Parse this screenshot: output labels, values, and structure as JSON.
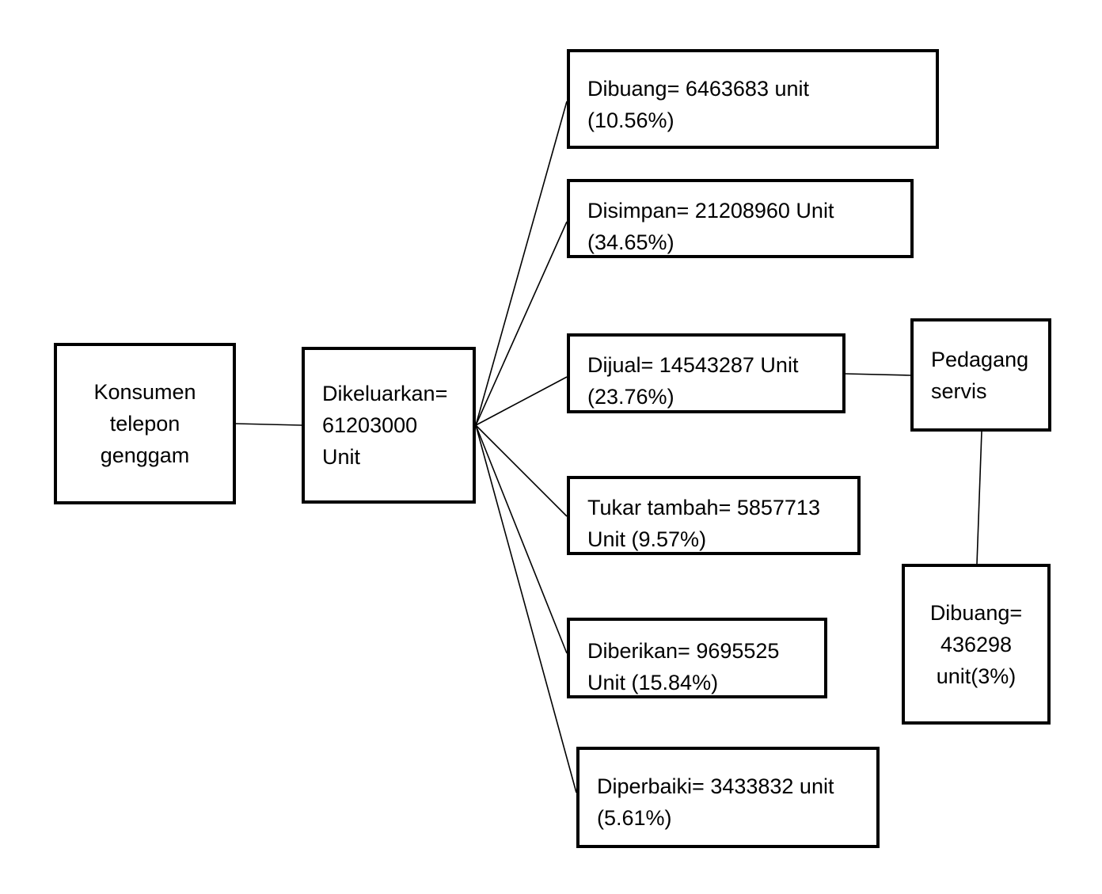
{
  "diagram": {
    "nodes": {
      "konsumen": {
        "label": "Konsumen\ntelepon\ngenggam"
      },
      "dikeluarkan": {
        "label": "Dikeluarkan=\n61203000\nUnit"
      },
      "dibuang": {
        "label": "Dibuang= 6463683 unit\n(10.56%)"
      },
      "disimpan": {
        "label": "Disimpan= 21208960 Unit\n(34.65%)"
      },
      "dijual": {
        "label": "Dijual= 14543287 Unit\n(23.76%)"
      },
      "tukar": {
        "label": "Tukar tambah= 5857713\nUnit (9.57%)"
      },
      "diberikan": {
        "label": "Diberikan= 9695525\nUnit (15.84%)"
      },
      "diperbaiki": {
        "label": "Diperbaiki= 3433832 unit\n(5.61%)"
      },
      "pedagang": {
        "label": "Pedagang\nservis"
      },
      "dibuang2": {
        "label": "Dibuang=\n436298\nunit(3%)"
      }
    },
    "edges": [
      [
        "konsumen",
        "dikeluarkan"
      ],
      [
        "dikeluarkan",
        "dibuang"
      ],
      [
        "dikeluarkan",
        "disimpan"
      ],
      [
        "dikeluarkan",
        "dijual"
      ],
      [
        "dikeluarkan",
        "tukar"
      ],
      [
        "dikeluarkan",
        "diberikan"
      ],
      [
        "dikeluarkan",
        "diperbaiki"
      ],
      [
        "dijual",
        "pedagang"
      ],
      [
        "pedagang",
        "dibuang2"
      ]
    ]
  }
}
